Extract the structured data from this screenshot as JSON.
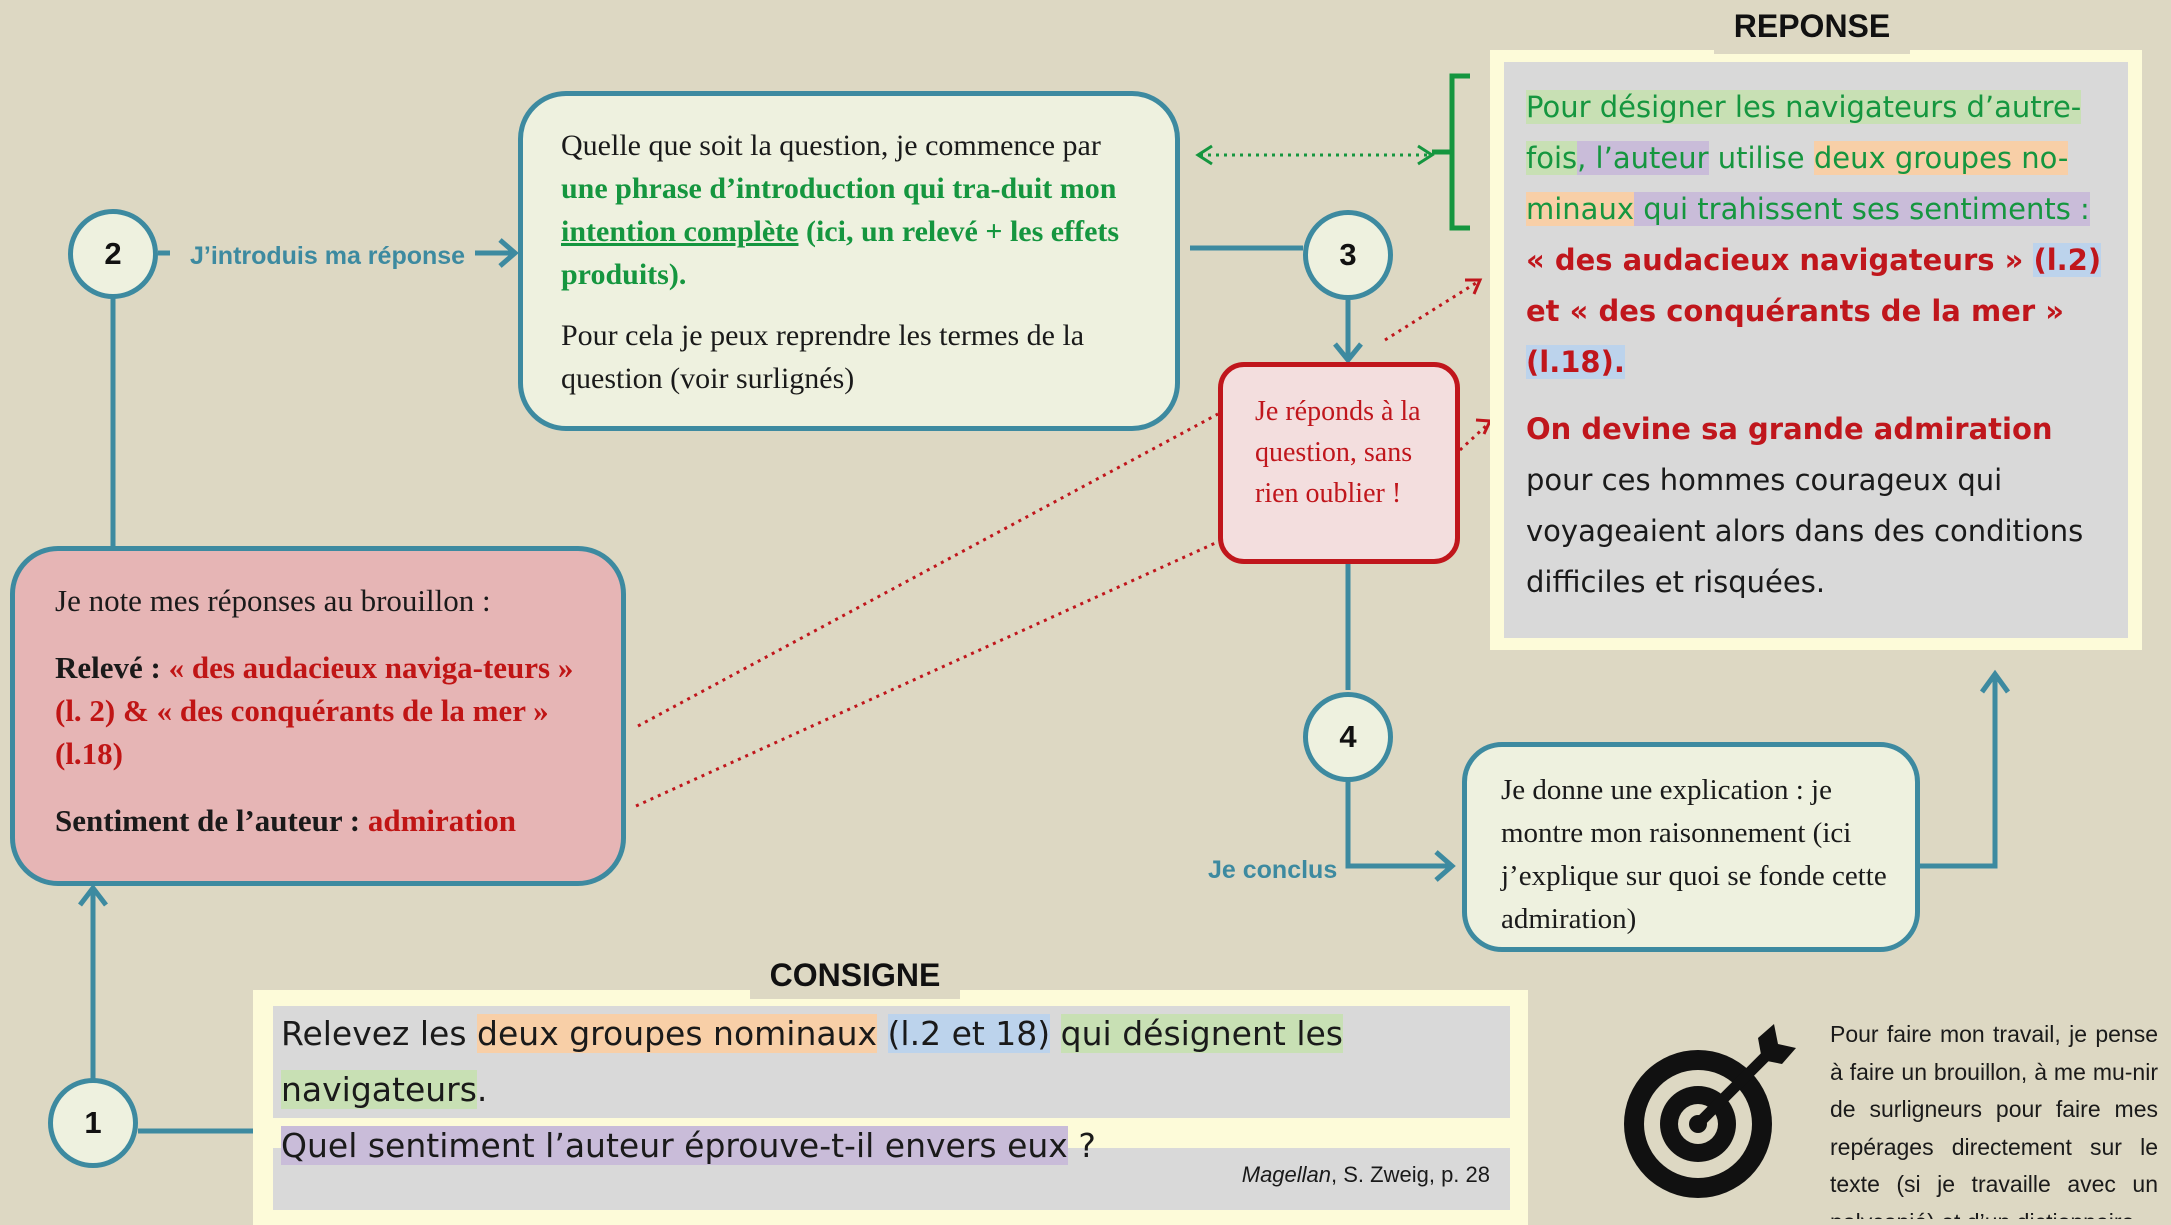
{
  "steps": {
    "n1": "1",
    "n2": "2",
    "n3": "3",
    "n4": "4"
  },
  "labels": {
    "introduce": "J’introduis ma réponse",
    "conclude": "Je conclus"
  },
  "intro_box": {
    "t1": "Quelle que soit la question, je commence par ",
    "t2": "une phrase d’introduction qui tra-duit mon ",
    "t3": "intention complète",
    "t4": " (ici, un relevé + les effets produits).",
    "t5": "Pour cela je peux reprendre les termes de la question (voir surlignés)"
  },
  "draft_box": {
    "heading": "Je note mes réponses au brouillon :",
    "releve_label": "Relevé : ",
    "releve_value": "« des audacieux naviga-teurs » (l. 2) & « des conquérants de la mer » (l.18)",
    "sentiment_label": "Sentiment de l’auteur : ",
    "sentiment_value": "admiration"
  },
  "answer_box": {
    "text": "Je réponds à la question, sans rien oublier !"
  },
  "explain_box": {
    "text": "Je donne une explication : je montre mon raisonnement (ici  j’explique sur quoi se fonde cette admiration)"
  },
  "reponse": {
    "title": "REPONSE",
    "p1": "Pour désigner les navigateurs d’autre-fois",
    "p2": ", l’auteur",
    "p3": " utilise ",
    "p4": "deux groupes no-minaux",
    "p5": " qui trahissent ses sentiments :",
    "q1": "« des audacieux navigateurs » ",
    "q2": "(l.2)",
    "q3": " et « des conquérants de la mer » ",
    "q4": "(l.18)",
    "q5": ".",
    "c1": "On devine sa grande admiration",
    "c2": " pour ces hommes courageux qui voyageaient alors dans des conditions difficiles et risquées."
  },
  "consigne": {
    "title": "CONSIGNE",
    "s1": "Relevez les ",
    "s2": "deux groupes nominaux",
    "s3": " ",
    "s4": "(l.2 et 18)",
    "s5": " ",
    "s6": "qui désignent les navigateurs",
    "s7": ".",
    "s8": "Quel sentiment l’auteur éprouve-t-il envers eux",
    "s9": " ?",
    "source_title": "Magellan",
    "source_rest": ", S. Zweig, p. 28"
  },
  "note": {
    "icon": "target-icon",
    "text": "Pour faire mon travail, je pense à faire un brouillon, à me mu-nir de surligneurs pour faire mes repérages directement sur le texte (si  je travaille avec un polycopié) et d’un dictionnaire."
  },
  "colors": {
    "teal": "#3d8aa0",
    "red": "#c0161c",
    "green": "#15963f",
    "background": "#ddd8c3",
    "highlight_orange": "#f8cfa7",
    "highlight_blue": "#bcd3ec",
    "highlight_green": "#c8e0b4",
    "highlight_purple": "#c9bcd9"
  }
}
